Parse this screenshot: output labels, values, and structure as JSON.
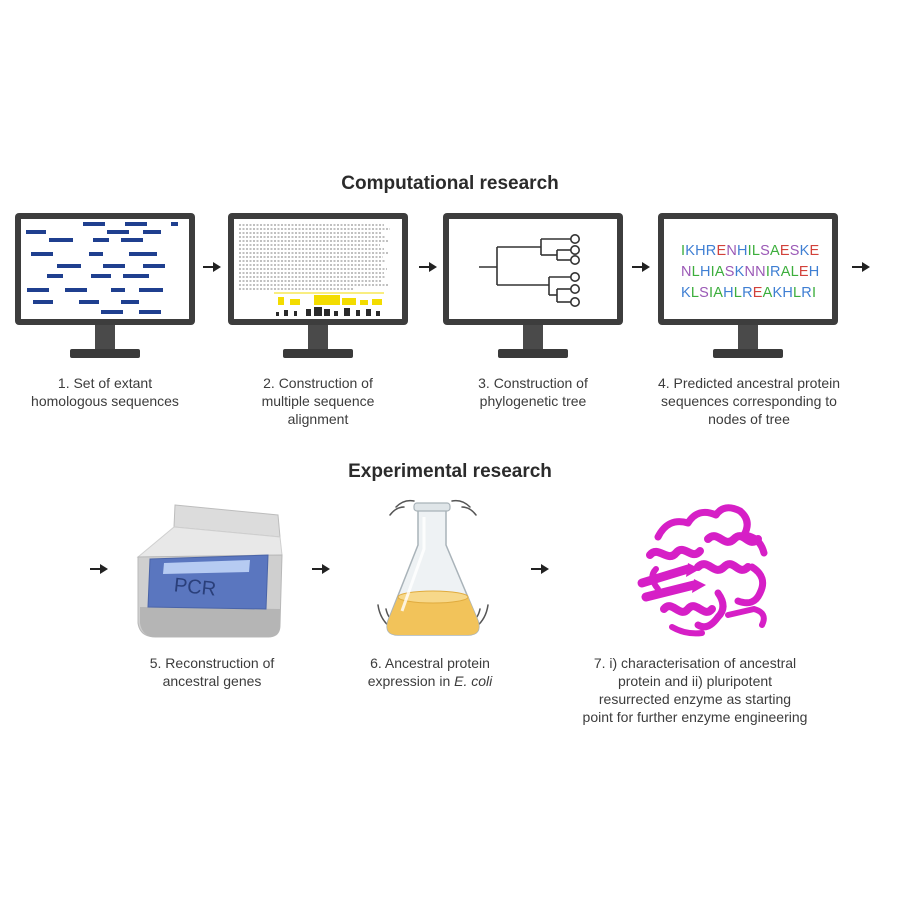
{
  "sections": {
    "computational_title": "Computational research",
    "experimental_title": "Experimental research"
  },
  "steps": {
    "step1": [
      "1. Set of extant",
      "homologous sequences"
    ],
    "step2": [
      "2. Construction of",
      "multiple sequence",
      "alignment"
    ],
    "step3": [
      "3. Construction of",
      "phylogenetic tree"
    ],
    "step4": [
      "4. Predicted ancestral protein",
      "sequences corresponding to",
      "nodes of tree"
    ],
    "step5": [
      "5. Reconstruction of",
      "ancestral genes"
    ],
    "step6": {
      "line1": "6. Ancestral protein",
      "line2_prefix": "expression in ",
      "line2_italic": "E. coli"
    },
    "step7": [
      "7.  i) characterisation of ancestral",
      "protein and ii) pluripotent",
      "resurrected enzyme as starting",
      "point for further enzyme engineering"
    ]
  },
  "pcr_machine": {
    "label": "PCR"
  },
  "sequences": {
    "line1": "IKHRENHILSAESKE",
    "line2": "NLHIASKNNIRALEH",
    "line3": "KLSIAHLREAKHLRI"
  },
  "colors": {
    "monitor": "#3d3d3d",
    "sequence_bar": "#1f3f8f",
    "alignment_highlight": "#f3dc00",
    "protein": "#d61fc6",
    "flask_liquid": "#f2c35a",
    "pcr_screen": "#5a76bf",
    "arrow": "#222222"
  },
  "icons": [
    "monitor-icon",
    "arrow-right-icon",
    "pcr-machine-icon",
    "erlenmeyer-flask-icon",
    "protein-structure-icon"
  ]
}
